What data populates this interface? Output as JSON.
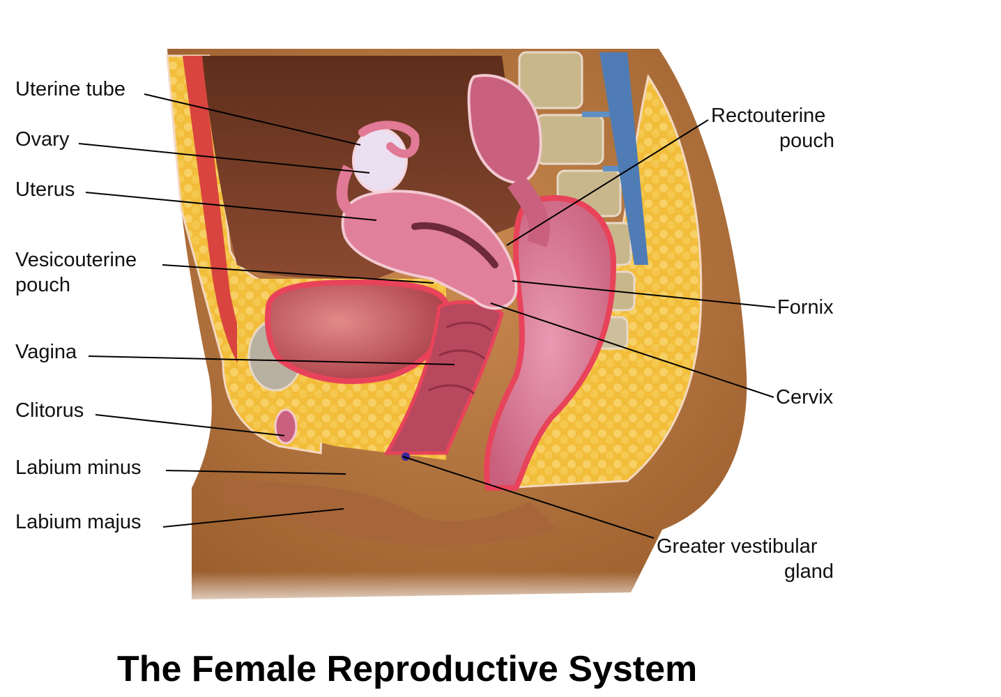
{
  "title": "The Female Reproductive System",
  "labels": {
    "uterine_tube": "Uterine tube",
    "ovary": "Ovary",
    "uterus": "Uterus",
    "vesicouterine_1": "Vesicouterine",
    "vesicouterine_2": "pouch",
    "vagina": "Vagina",
    "clitorus": "Clitorus",
    "labium_minus": "Labium minus",
    "labium_majus": "Labium majus",
    "rectouterine_1": "Rectouterine",
    "rectouterine_2": "pouch",
    "fornix": "Fornix",
    "cervix": "Cervix",
    "greater_vestibular_1": "Greater vestibular",
    "greater_vestibular_2": "gland"
  },
  "colors": {
    "skin": "#b8763f",
    "skin_dark": "#8f5528",
    "fat": "#f2bd3a",
    "fat_light": "#f7d36a",
    "muscle": "#d9443e",
    "mucosa": "#e1809a",
    "mucosa_dark": "#b8485e",
    "cavity": "#6e3a22",
    "bone": "#c9b78c",
    "disc": "#5e8fc4"
  }
}
